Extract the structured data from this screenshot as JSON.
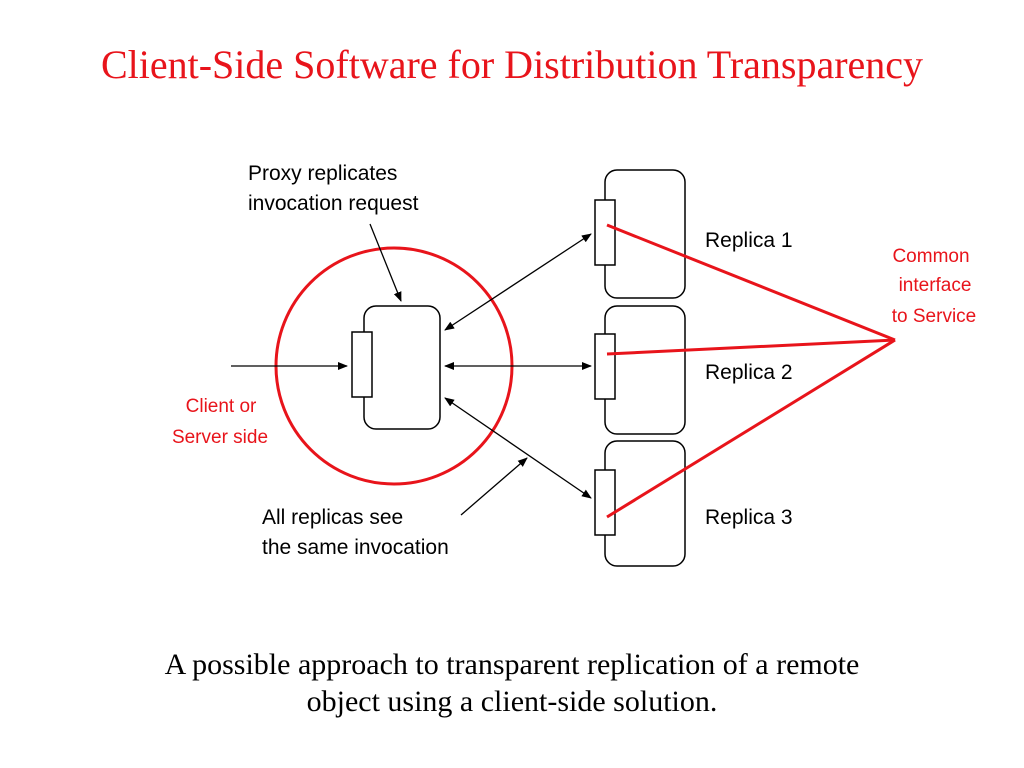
{
  "title": "Client-Side Software for Distribution Transparency",
  "colors": {
    "accent": "#e8141b",
    "text": "#000000",
    "background": "#ffffff"
  },
  "labels": {
    "proxy_line1": "Proxy replicates",
    "proxy_line2": "invocation request",
    "replica1": "Replica 1",
    "replica2": "Replica 2",
    "replica3": "Replica 3",
    "common_line1": "Common",
    "common_line2": "interface",
    "common_line3": "to Service",
    "client_line1": "Client or",
    "client_line2": "Server side",
    "all_line1": "All replicas see",
    "all_line2": "the same invocation"
  },
  "caption": {
    "line1": "A possible approach to transparent replication of a remote",
    "line2": "object using a client-side solution."
  }
}
